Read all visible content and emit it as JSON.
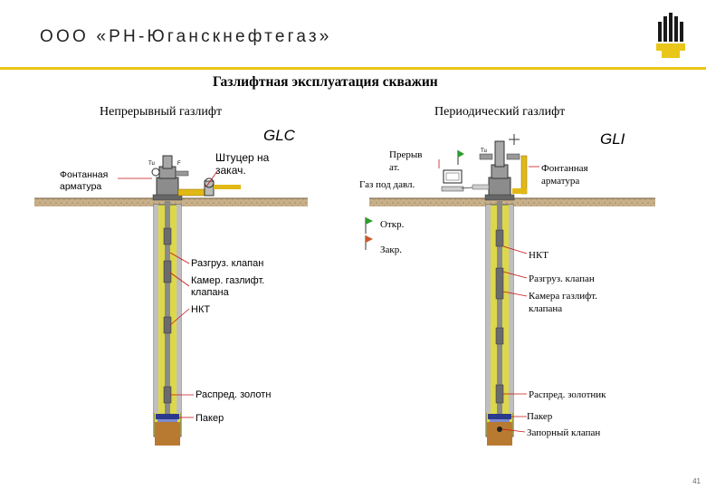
{
  "header": {
    "company": "ООО «РН-Юганскнефтегаз»",
    "brand_color": "#e9c619"
  },
  "slide": {
    "title": "Газлифтная эксплуатация скважин",
    "continuous_heading": "Непрерывный газлифт",
    "periodic_heading": "Периодический газлифт",
    "continuous_tag": "GLC",
    "periodic_tag": "GLI"
  },
  "left_labels": {
    "wellhead": "Фонтанная\nарматура",
    "choke": "Штуцер на\nзакач.",
    "unloading_valve": "Разгруз. клапан",
    "chamber": "Камер. газлифт.\nклапана",
    "tubing": "НКТ",
    "sliding_sleeve": "Распред. золотн",
    "packer": "Пакер"
  },
  "right_labels": {
    "interrupter": "Прерыв\nат.",
    "hp_gas": "Газ под давл.",
    "wellhead": "Фонтанная\nарматура",
    "open": "Откр.",
    "closed": "Закр.",
    "tubing": "НКТ",
    "unloading_valve": "Разгруз. клапан",
    "chamber": "Камера газлифт.\nклапана",
    "sliding_sleeve": "Распред. золотник",
    "packer": "Пакер",
    "standing_valve": "Запорный клапан"
  },
  "colors": {
    "ground": "#c8b08a",
    "annulus": "#ddd84a",
    "tubing": "#8a8a8a",
    "flag_open": "#2e9b2e",
    "flag_closed": "#c85a2a",
    "leader": "#c81414",
    "perforation": "#b87a30"
  },
  "footer": {
    "page": "41"
  }
}
